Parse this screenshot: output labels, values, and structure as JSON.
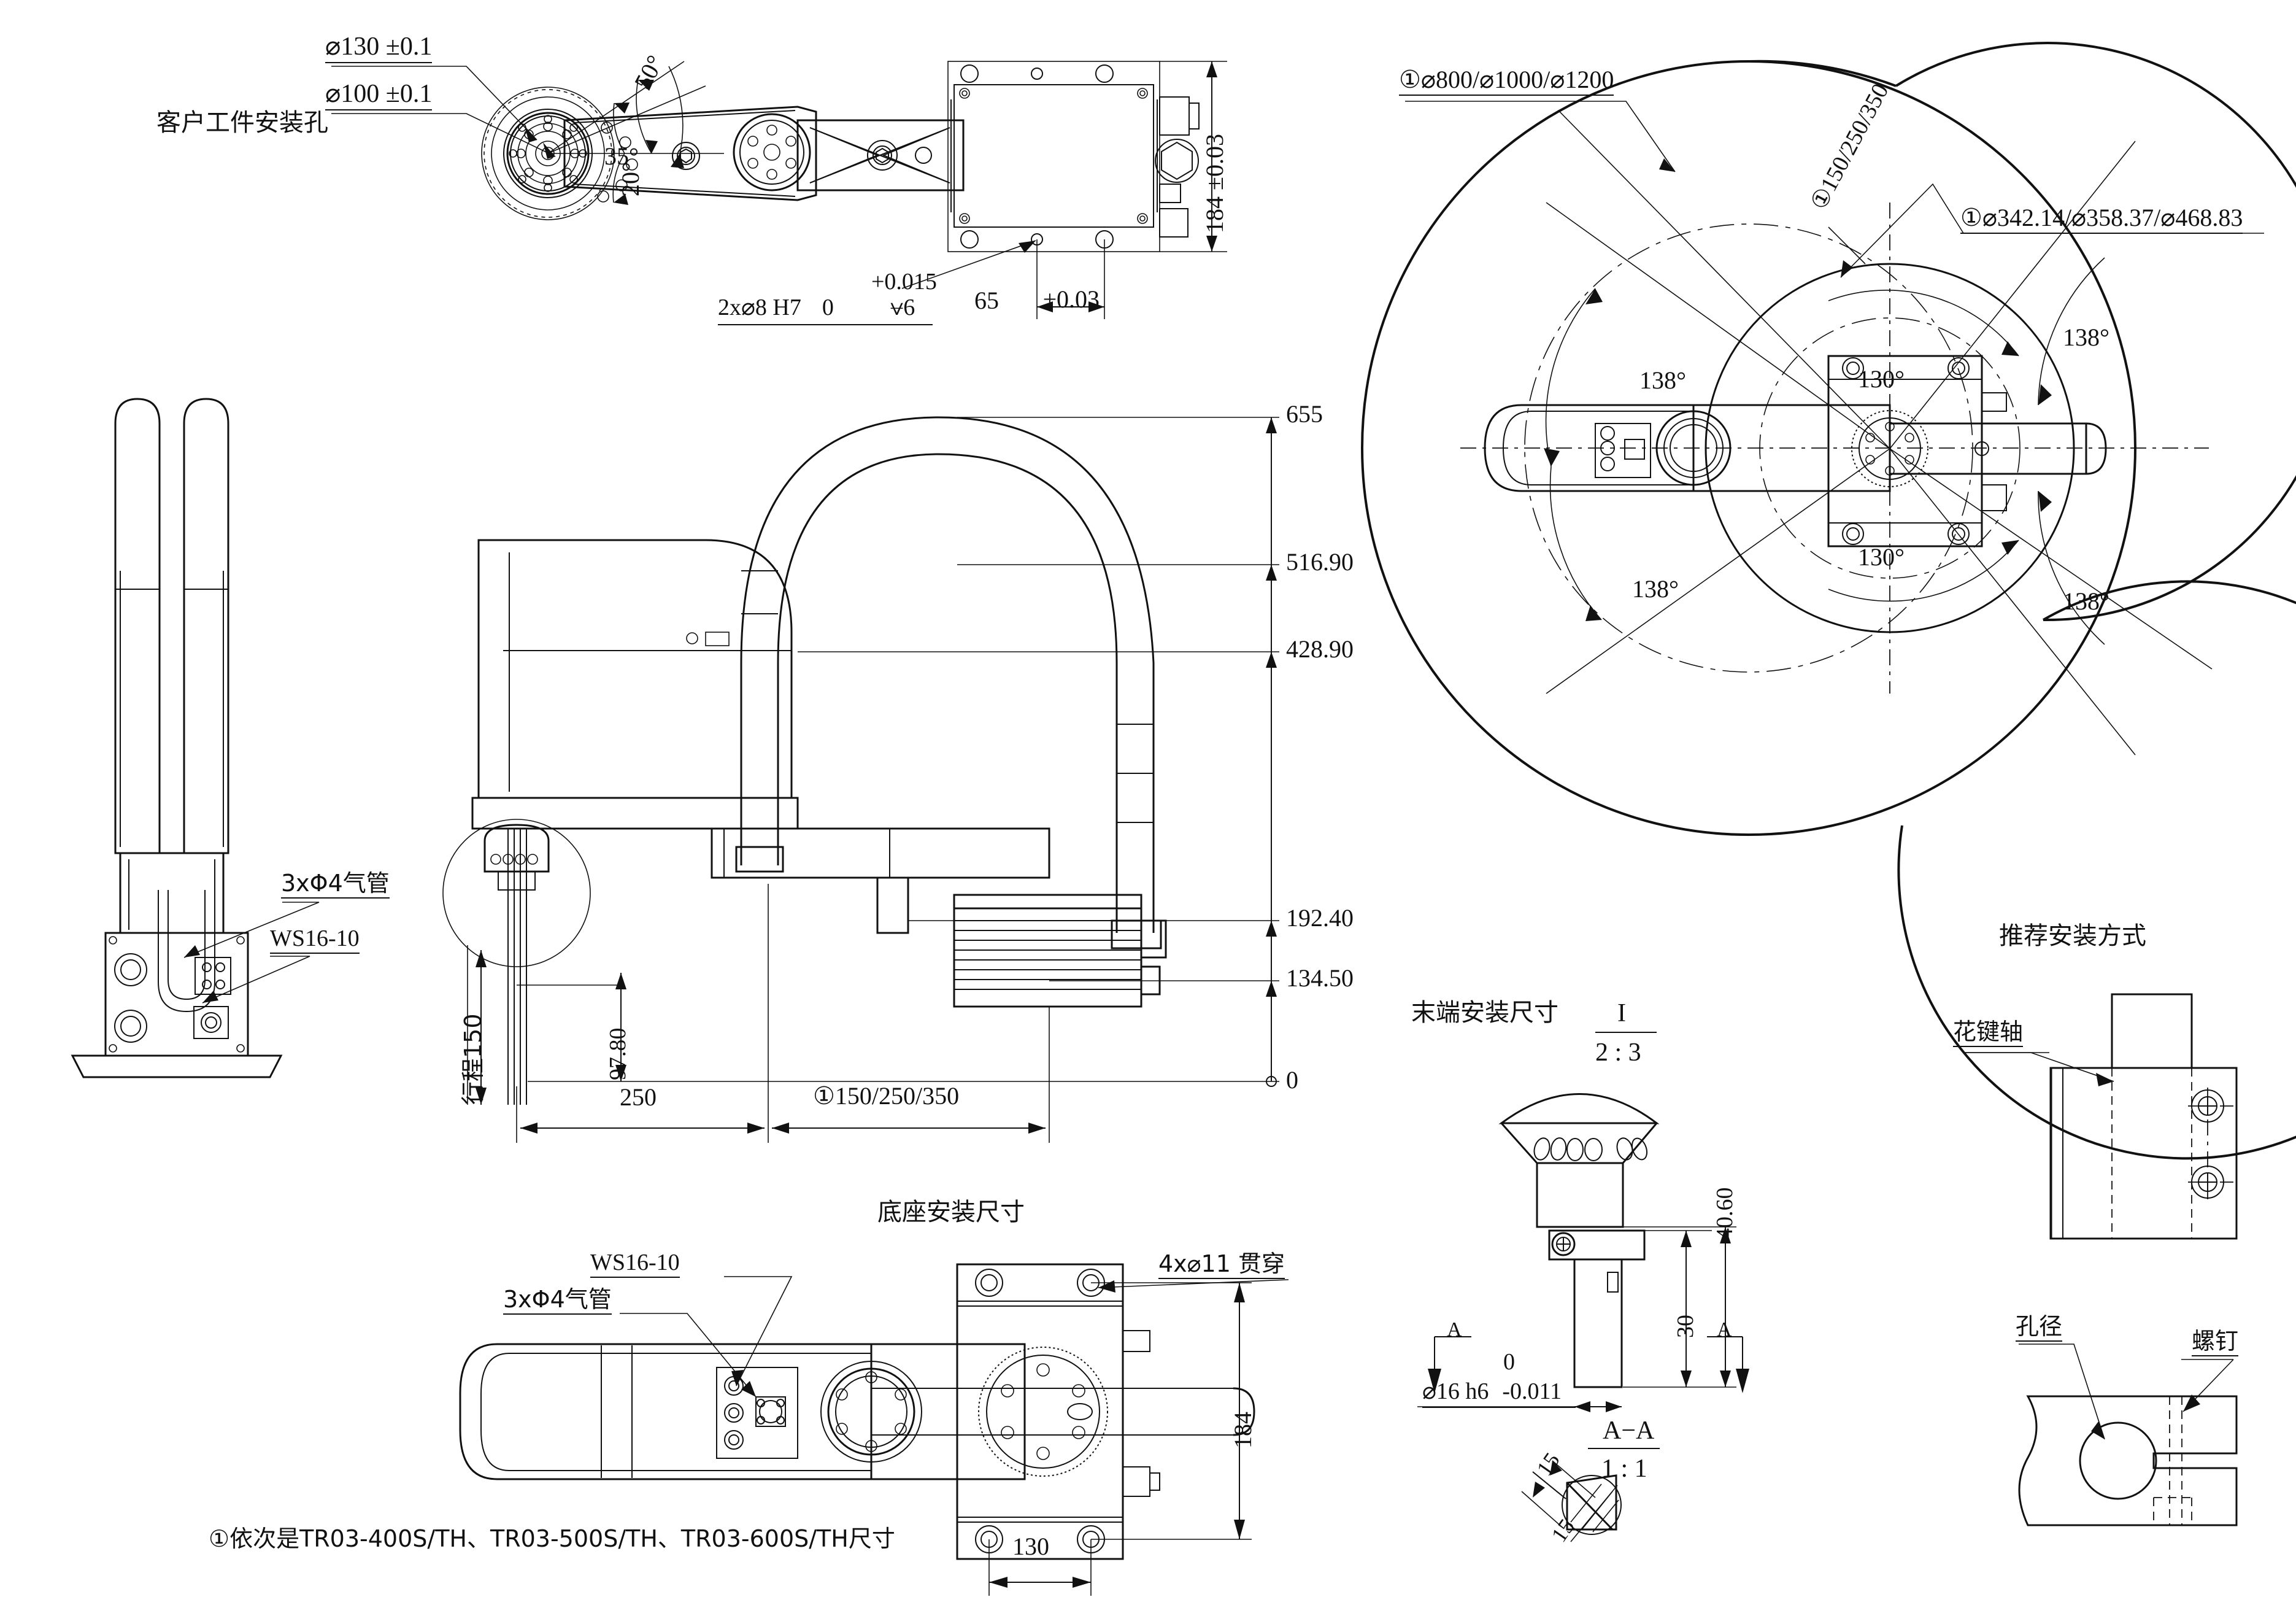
{
  "drawing": {
    "type": "engineering-drawing",
    "subject": "SCARA robot dimensional drawing",
    "sheet_width": 3742,
    "sheet_height": 2646
  },
  "top_view": {
    "label_customer_hole": "客户工件安装孔",
    "dim_d130": "⌀130  ±0.1",
    "dim_d100": "⌀100  ±0.1",
    "angle_50": "50°",
    "angle_35": "35°",
    "angle_20": "20°",
    "dim_184": "184  ±0.03",
    "note_pin_line1": "+0.015",
    "note_pin_line2": "2x⌀8  H7   0      ⩝6",
    "note_pin_prefix": "2x⌀8  H7",
    "note_pin_zero": "0",
    "note_pin_depth": "⩝6",
    "dim_65": "65",
    "dim_65_tol": "±0.03"
  },
  "side_view": {
    "heights": [
      "655",
      "516.90",
      "428.90",
      "192.40",
      "134.50",
      "0"
    ],
    "dim_stroke": "行程150",
    "dim_97_80": "97.80",
    "dim_250": "250",
    "dim_arm2": "①150/250/350",
    "label_air_tube": "3xΦ4气管",
    "label_connector": "WS16-10"
  },
  "bottom_view": {
    "title": "底座安装尺寸",
    "label_connector": "WS16-10",
    "label_air_tube": "3xΦ4气管",
    "label_thru_holes": "4x⌀11  贯穿",
    "dim_184": "184",
    "dim_130": "130",
    "caption": "①依次是TR03-400S/TH、TR03-500S/TH、TR03-600S/TH尺寸"
  },
  "work_envelope": {
    "dim_outer": "①⌀800/⌀1000/⌀1200",
    "dim_inner": "①⌀342.14/⌀358.37/⌀468.83",
    "dim_arm2": "①150/250/350",
    "angles": {
      "j1_upper": "138°",
      "j1_lower": "138°",
      "j2_upper": "130°",
      "j2_lower": "130°",
      "j2_right_upper": "138°",
      "j2_right_lower": "138°"
    }
  },
  "end_detail": {
    "title": "末端安装尺寸",
    "view_tag": "I",
    "view_scale": "2 : 3",
    "dim_40_60": "40.60",
    "dim_30": "30",
    "shaft_tol_top": "0",
    "shaft_spec": "⌀16  h6",
    "shaft_tol_bot": "-0.011",
    "arrow_a_left": "A",
    "arrow_a_right": "A",
    "section_tag": "A−A",
    "section_scale": "1 : 1",
    "dim_15_a": "15",
    "dim_15_b": "15"
  },
  "install_detail": {
    "title": "推荐安装方式",
    "label_spline": "花键轴",
    "label_bore": "孔径",
    "label_screw": "螺钉"
  }
}
